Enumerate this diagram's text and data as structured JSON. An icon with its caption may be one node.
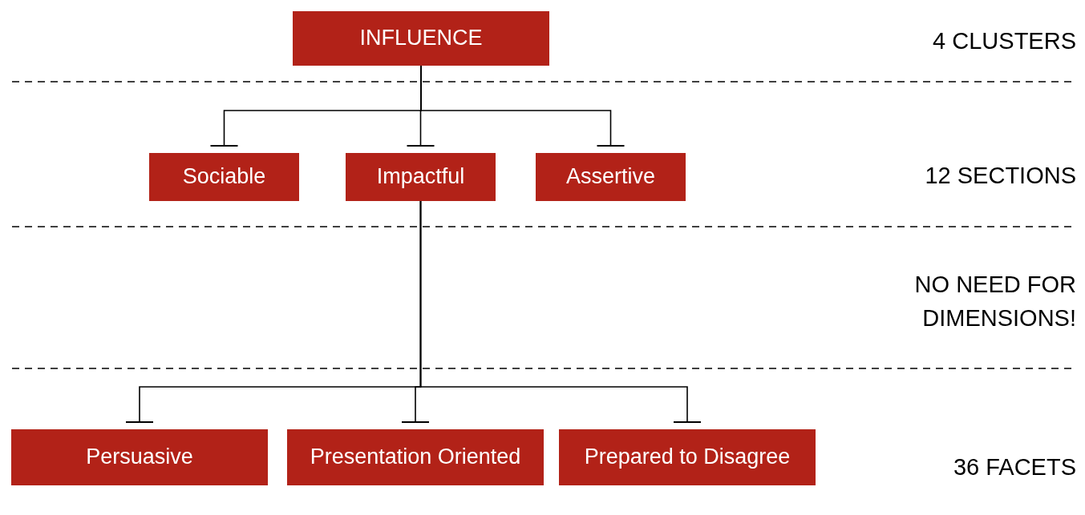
{
  "diagram": {
    "nodes": [
      {
        "text": [
          "INFLUENCE"
        ]
      },
      {
        "text": [
          "Sociable"
        ]
      },
      {
        "text": [
          "Impactful"
        ]
      },
      {
        "text": [
          "Assertive"
        ]
      },
      {
        "text": [
          "Persuasive"
        ]
      },
      {
        "text": [
          "Presentation Oriented"
        ]
      },
      {
        "text": [
          "Prepared to Disagree"
        ]
      }
    ],
    "edges": [
      {
        "from": 0,
        "to": 1,
        "arrow": "other"
      },
      {
        "from": 0,
        "to": 2,
        "arrow": "other"
      },
      {
        "from": 0,
        "to": 3,
        "arrow": "other"
      },
      {
        "from": 2,
        "to": 4,
        "arrow": "other"
      },
      {
        "from": 2,
        "to": 5,
        "arrow": "other"
      },
      {
        "from": 2,
        "to": 6,
        "arrow": "other"
      }
    ],
    "labels": [
      "4 CLUSTERS",
      "12 SECTIONS",
      "NO NEED FOR DIMENSIONS!",
      "36 FACETS"
    ]
  }
}
